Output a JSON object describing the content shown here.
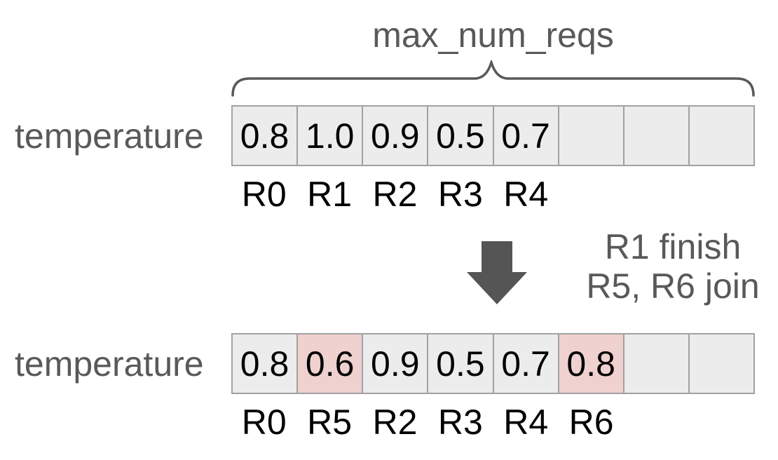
{
  "brace": {
    "label": "max_num_reqs"
  },
  "rows": [
    {
      "side_label": "temperature",
      "cells": [
        "0.8",
        "1.0",
        "0.9",
        "0.5",
        "0.7",
        "",
        "",
        ""
      ],
      "labels": [
        "R0",
        "R1",
        "R2",
        "R3",
        "R4",
        "",
        "",
        ""
      ],
      "highlight_indices": []
    },
    {
      "side_label": "temperature",
      "cells": [
        "0.8",
        "0.6",
        "0.9",
        "0.5",
        "0.7",
        "0.8",
        "",
        ""
      ],
      "labels": [
        "R0",
        "R5",
        "R2",
        "R3",
        "R4",
        "R6",
        "",
        ""
      ],
      "highlight_indices": [
        1,
        5
      ]
    }
  ],
  "transition": {
    "arrow_icon": "down-arrow",
    "lines": [
      "R1 finish",
      "R5, R6 join"
    ]
  },
  "colors": {
    "cell_fill": "#ececec",
    "highlight_fill": "#efd1cf",
    "cell_border": "#a1a1a1",
    "gray_text": "#595959",
    "value_text": "#000000",
    "arrow_fill": "#555555"
  }
}
